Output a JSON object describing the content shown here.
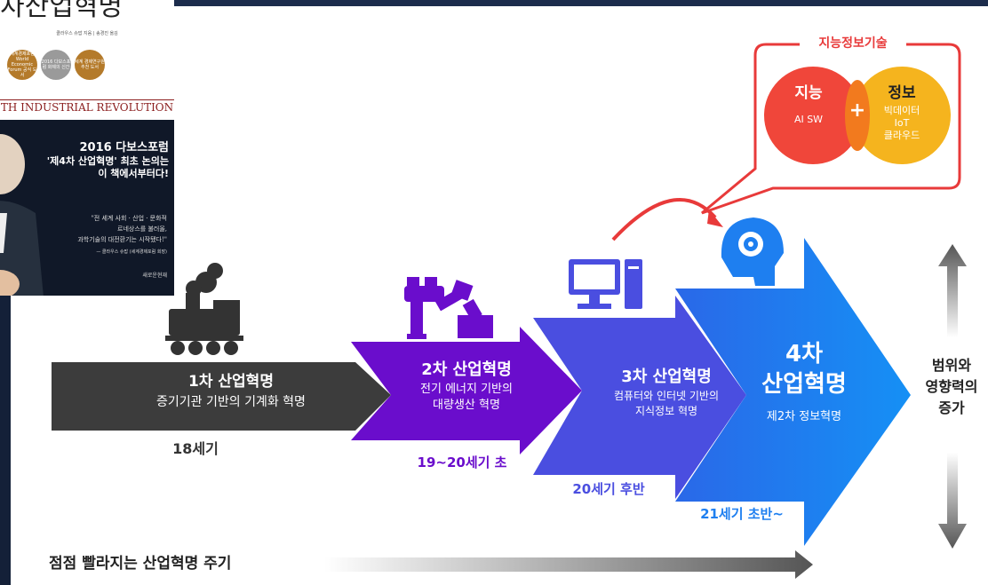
{
  "book": {
    "title": "차산업혁명",
    "author_line": "클라우스 슈밥 지음 | 송경진 옮김",
    "badges": [
      {
        "text": "세계경제포럼 World Economic Forum 공식 도서",
        "color": "#b47a2a"
      },
      {
        "text": "2016 다보스포럼 화제의 신간",
        "color": "#9a9a9a"
      },
      {
        "text": "세계 경제연구원 추천 도서",
        "color": "#b47a2a"
      }
    ],
    "subtitle": "TH INDUSTRIAL REVOLUTION",
    "headline": "2016 다보스포럼",
    "headline2": "'제4차 산업혁명' 최초 논의는\n이 책에서부터다!",
    "quote": "\"전 세계 사회 · 산업 · 문화적\n르네상스를 불러올,\n과학기술의 대전환기는 시작됐다!\"",
    "quote_by": "— 클라우스 슈밥 (세계경제포럼 회장)",
    "publisher": "새로운현재"
  },
  "header_bar_color": "#1c2c4c",
  "stages": [
    {
      "title": "1차 산업혁명",
      "desc": "증기기관 기반의 기계화 혁명",
      "period": "18세기",
      "color": "#3c3c3c"
    },
    {
      "title": "2차 산업혁명",
      "desc": "전기 에너지 기반의\n대량생산 혁명",
      "period": "19~20세기 초",
      "color": "#6a0dcc"
    },
    {
      "title": "3차 산업혁명",
      "desc": "컴퓨터와 인터넷 기반의\n지식정보 혁명",
      "period": "20세기 후반",
      "color": "#4a4ee0"
    },
    {
      "title": "4차\n산업혁명",
      "desc": "제2차 정보혁명",
      "period": "21세기 초반~",
      "color": "#1e7ff0"
    }
  ],
  "intelligence_box": {
    "title": "지능정보기술",
    "left_title": "지능",
    "left_sub": "AI SW",
    "plus": "+",
    "right_title": "정보",
    "right_sub": "빅데이터\nIoT\n클라우드"
  },
  "side_label": "범위와\n영향력의\n증가",
  "footer_label": "점점 빨라지는 산업혁명 주기",
  "icons": [
    "steam-train-icon",
    "factory-robot-icon",
    "desktop-computer-icon",
    "brain-gear-icon"
  ]
}
